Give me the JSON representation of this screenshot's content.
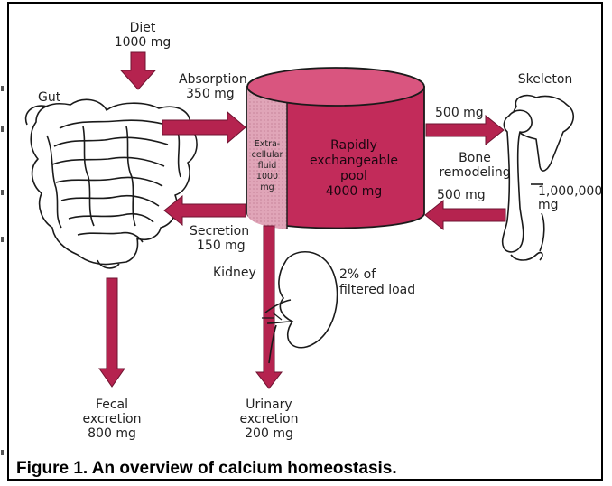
{
  "diagram": {
    "diet_label": "Diet",
    "diet_amount": "1000 mg",
    "gut_label": "Gut",
    "absorption_label": "Absorption",
    "absorption_amount": "350 mg",
    "ecf_line1": "Extra-",
    "ecf_line2": "cellular",
    "ecf_line3": "fluid",
    "ecf_line4": "1000",
    "ecf_line5": "mg",
    "pool_line1": "Rapidly",
    "pool_line2": "exchangeable",
    "pool_line3": "pool",
    "pool_line4": "4000 mg",
    "skeleton_label": "Skeleton",
    "to_bone_amount": "500 mg",
    "bone_line1": "Bone",
    "bone_line2": "remodeling",
    "from_bone_amount": "500 mg",
    "skeleton_amount_line1": "1,000,000",
    "skeleton_amount_line2": "mg",
    "secretion_label": "Secretion",
    "secretion_amount": "150 mg",
    "kidney_label": "Kidney",
    "filtered_line1": "2% of",
    "filtered_line2": "filtered load",
    "fecal_line1": "Fecal",
    "fecal_line2": "excretion",
    "fecal_amount": "800 mg",
    "urinary_line1": "Urinary",
    "urinary_line2": "excretion",
    "urinary_amount": "200 mg",
    "caption": "Figure 1.  An overview of calcium homeostasis."
  },
  "colors": {
    "arrow": "#b5234f",
    "pool": "#c22b5a",
    "pool_top": "#d9557f",
    "ecf": "#e0a5b8",
    "outline": "#1a1a1a"
  }
}
